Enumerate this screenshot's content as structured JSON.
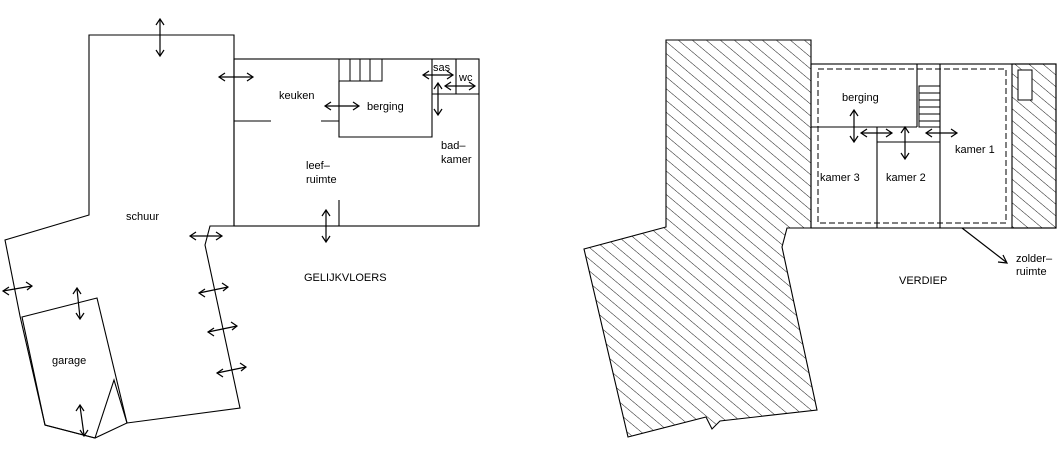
{
  "ground_floor": {
    "title": "GELIJKVLOERS",
    "rooms": {
      "schuur": "schuur",
      "garage": "garage",
      "keuken": "keuken",
      "berging": "berging",
      "leefruimte_1": "leef–",
      "leefruimte_2": "ruimte",
      "sas": "sas",
      "wc": "wc",
      "badkamer_1": "bad–",
      "badkamer_2": "kamer"
    }
  },
  "upper_floor": {
    "title": "VERDIEP",
    "rooms": {
      "berging": "berging",
      "kamer1": "kamer  1",
      "kamer2": "kamer  2",
      "kamer3": "kamer  3",
      "zolder_1": "zolder–",
      "zolder_2": "ruimte"
    }
  }
}
